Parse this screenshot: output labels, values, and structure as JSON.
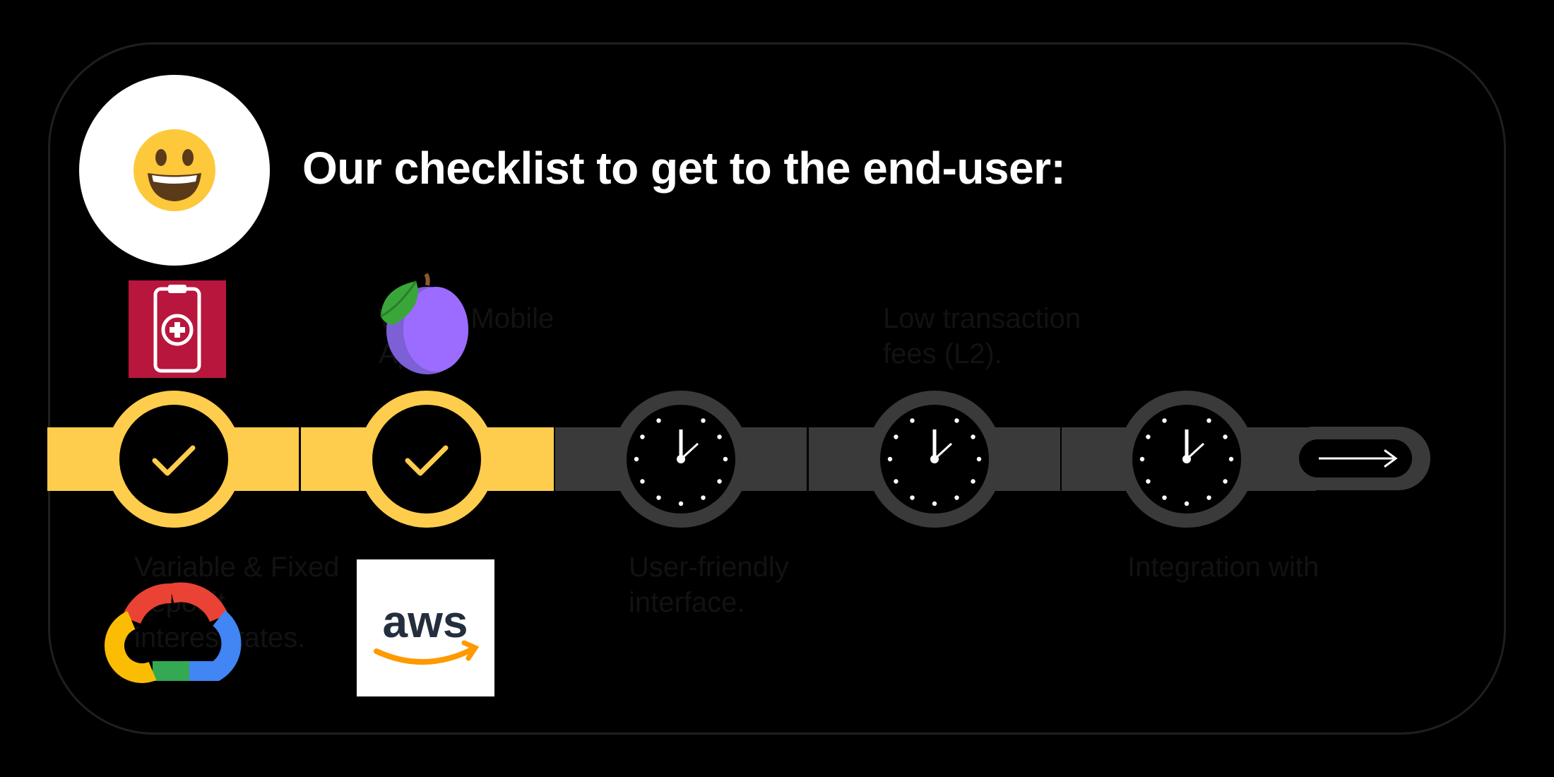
{
  "header": {
    "title": "Our checklist to get to the end-user:",
    "avatar_icon": "smiley-emoji-icon"
  },
  "steps": [
    {
      "status": "done",
      "label_top": "",
      "label_bottom": "Variable & Fixed deposit interest rates."
    },
    {
      "status": "done",
      "label_top": "Web & Mobile App.",
      "label_bottom": ""
    },
    {
      "status": "pending",
      "label_top": "",
      "label_bottom": "User-friendly interface."
    },
    {
      "status": "pending",
      "label_top": "Low transaction fees (L2).",
      "label_bottom": ""
    },
    {
      "status": "pending",
      "label_top": "",
      "label_bottom": "Integration with"
    }
  ],
  "labels": {
    "top_step2_line1": "Web & Mobile",
    "top_step2_line2": "App.",
    "top_step4_line1": "Low transaction",
    "top_step4_line2": "fees (L2).",
    "bottom_step1_line1": "Variable & Fixed",
    "bottom_step1_line2": "deposit",
    "bottom_step1_line3": "interest rates.",
    "bottom_step3_line1": "User-friendly",
    "bottom_step3_line2": "interface.",
    "bottom_step5_line1": "Integration with"
  },
  "logos": [
    "medical-phone-icon",
    "plum-icon",
    "google-cloud-logo",
    "aws-logo"
  ],
  "aws_text": "aws",
  "colors": {
    "done": "#ffcd4d",
    "pending": "#3a3a3a",
    "background": "#000000",
    "title": "#ffffff"
  }
}
